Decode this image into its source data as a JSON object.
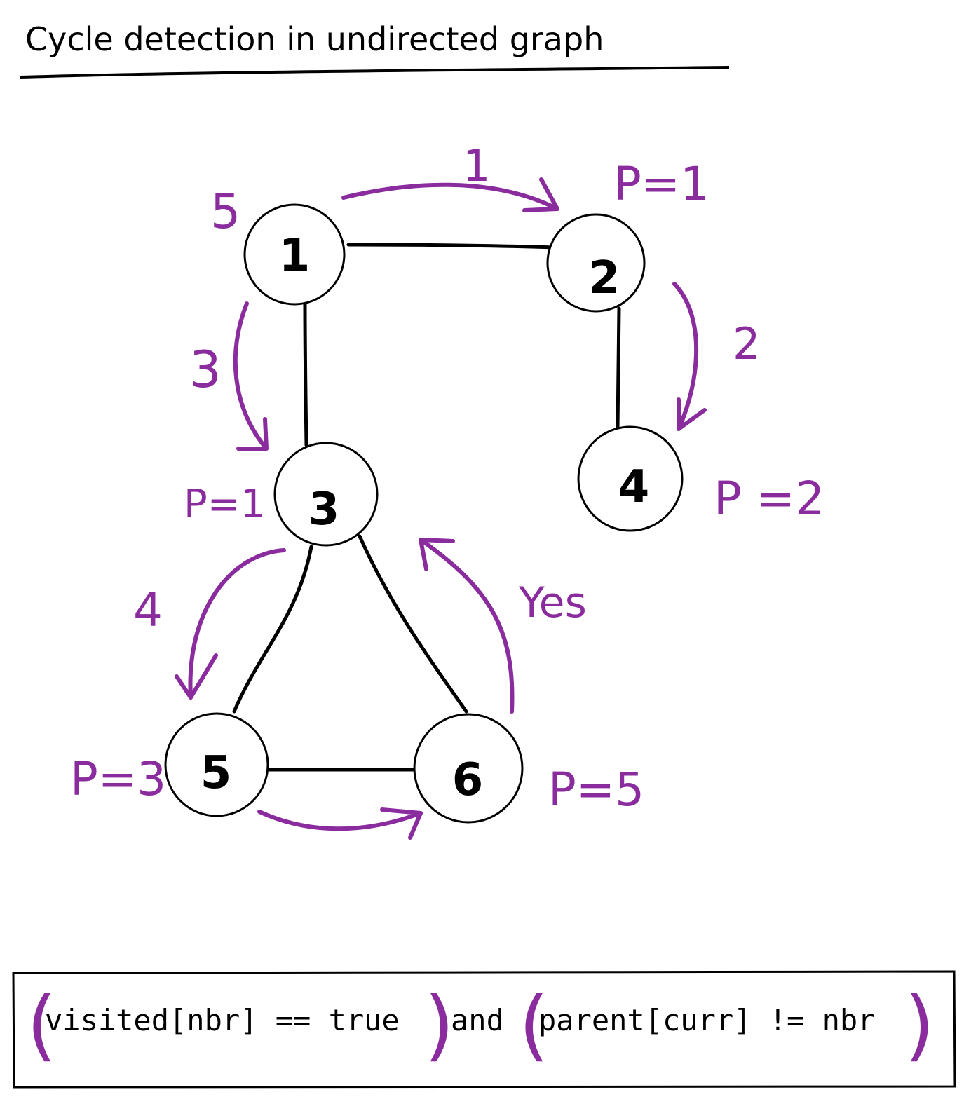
{
  "title": "Cycle detection in undirected graph",
  "colors": {
    "ink": "#000000",
    "annotation": "#8a2c9e"
  },
  "nodes": [
    {
      "id": "1",
      "label": "1"
    },
    {
      "id": "2",
      "label": "2"
    },
    {
      "id": "3",
      "label": "3"
    },
    {
      "id": "4",
      "label": "4"
    },
    {
      "id": "5",
      "label": "5"
    },
    {
      "id": "6",
      "label": "6"
    }
  ],
  "edges": [
    {
      "from": "1",
      "to": "2"
    },
    {
      "from": "2",
      "to": "4"
    },
    {
      "from": "1",
      "to": "3"
    },
    {
      "from": "3",
      "to": "5"
    },
    {
      "from": "3",
      "to": "6"
    },
    {
      "from": "5",
      "to": "6"
    }
  ],
  "step_labels": {
    "step1": "1",
    "step2": "2",
    "step3": "3",
    "step4": "4",
    "step5": "5",
    "check": "Yes"
  },
  "parent_labels": {
    "node2": "P=1",
    "node3": "P=1",
    "node4": "P =2",
    "node5": "P=3",
    "node6": "P=5"
  },
  "formula": {
    "part1": "visited[nbr] == true",
    "connector": "and",
    "part2": "parent[curr] != nbr",
    "open_paren": "(",
    "close_paren": ")"
  }
}
